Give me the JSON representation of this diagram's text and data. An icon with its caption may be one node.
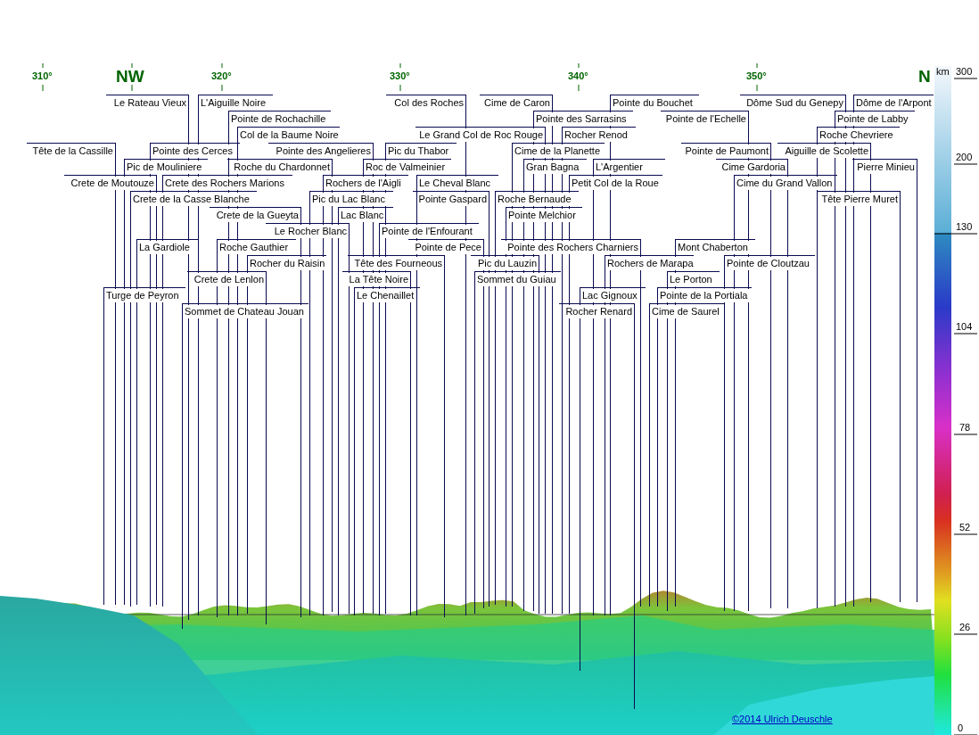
{
  "diagram": {
    "nodes": [
      {
        "text": [
          "Le Rateau Vieux"
        ]
      },
      {
        "text": [
          "L'Aiguille Noire"
        ]
      },
      {
        "text": [
          "Col des Roches"
        ]
      },
      {
        "text": [
          "Cime de Caron"
        ]
      },
      {
        "text": [
          "Pointe du Bouchet"
        ]
      },
      {
        "text": [
          "Dôme Sud du Genepy"
        ]
      },
      {
        "text": [
          "Dôme de l'Arpont"
        ]
      },
      {
        "text": [
          "Pointe de Rochachille"
        ]
      },
      {
        "text": [
          "Pointe des Sarrasins"
        ]
      },
      {
        "text": [
          "Pointe de l'Echelle"
        ]
      },
      {
        "text": [
          "Pointe de Labby"
        ]
      },
      {
        "text": [
          "Col de la Baume Noire"
        ]
      },
      {
        "text": [
          "Le Grand Col de Roc Rouge"
        ]
      },
      {
        "text": [
          "Rocher Renod"
        ]
      },
      {
        "text": [
          "Roche Chevriere"
        ]
      },
      {
        "text": [
          "Tête de la Cassille"
        ]
      },
      {
        "text": [
          "Pointe des Cerces"
        ]
      },
      {
        "text": [
          "Pointe des Angelieres"
        ]
      },
      {
        "text": [
          "Pic du Thabor"
        ]
      },
      {
        "text": [
          "Cime de la Planette"
        ]
      },
      {
        "text": [
          "Pointe de Paumont"
        ]
      },
      {
        "text": [
          "Aiguille de Scolette"
        ]
      },
      {
        "text": [
          "Pic de Mouliniere"
        ]
      },
      {
        "text": [
          "Roche du Chardonnet"
        ]
      },
      {
        "text": [
          "Roc de Valmeinier"
        ]
      },
      {
        "text": [
          "Gran Bagna"
        ]
      },
      {
        "text": [
          "L'Argentier"
        ]
      },
      {
        "text": [
          "Cime Gardoria"
        ]
      },
      {
        "text": [
          "Pierre Minieu"
        ]
      },
      {
        "text": [
          "Crete de Moutouze"
        ]
      },
      {
        "text": [
          "Crete des Rochers Marions"
        ]
      },
      {
        "text": [
          "Rochers de l'Aigli"
        ]
      },
      {
        "text": [
          "Le Cheval Blanc"
        ]
      },
      {
        "text": [
          "Petit Col de la Roue"
        ]
      },
      {
        "text": [
          "Cime du Grand Vallon"
        ]
      },
      {
        "text": [
          "Crete de la Casse Blanche"
        ]
      },
      {
        "text": [
          "Pic du Lac Blanc"
        ]
      },
      {
        "text": [
          "Pointe Gaspard"
        ]
      },
      {
        "text": [
          "Roche Bernaude"
        ]
      },
      {
        "text": [
          "Tête Pierre Muret"
        ]
      },
      {
        "text": [
          "Crete de la Gueyta"
        ]
      },
      {
        "text": [
          "Lac Blanc"
        ]
      },
      {
        "text": [
          "Pointe Melchior"
        ]
      },
      {
        "text": [
          "Le Rocher Blanc"
        ]
      },
      {
        "text": [
          "Pointe de l'Enfourant"
        ]
      },
      {
        "text": [
          "La Gardiole"
        ]
      },
      {
        "text": [
          "Roche Gauthier"
        ]
      },
      {
        "text": [
          "Pointe de Pece"
        ]
      },
      {
        "text": [
          "Pointe des Rochers Charniers"
        ]
      },
      {
        "text": [
          "Mont Chaberton"
        ]
      },
      {
        "text": [
          "Rocher du Raisin"
        ]
      },
      {
        "text": [
          "Tête des Fourneous"
        ]
      },
      {
        "text": [
          "Pic du Lauzin"
        ]
      },
      {
        "text": [
          "Rochers de Marapa"
        ]
      },
      {
        "text": [
          "Pointe de Cloutzau"
        ]
      },
      {
        "text": [
          "Crete de Lenlon"
        ]
      },
      {
        "text": [
          "La Tête Noire"
        ]
      },
      {
        "text": [
          "Sommet du Guiau"
        ]
      },
      {
        "text": [
          "Le Porton"
        ]
      },
      {
        "text": [
          "Turge de Peyron"
        ]
      },
      {
        "text": [
          "Le Chenaillet"
        ]
      },
      {
        "text": [
          "Lac Gignoux"
        ]
      },
      {
        "text": [
          "Pointe de la Portiala"
        ]
      },
      {
        "text": [
          "Sommet de Chateau Jouan"
        ]
      },
      {
        "text": [
          "Rocher Renard"
        ]
      },
      {
        "text": [
          "Cime de Saurel"
        ]
      }
    ],
    "edges": [
      {
        "from": 0,
        "to": null,
        "arrow": "none"
      },
      {
        "from": 1,
        "to": null,
        "arrow": "none"
      },
      {
        "from": 2,
        "to": null,
        "arrow": "none"
      },
      {
        "from": 3,
        "to": null,
        "arrow": "none"
      },
      {
        "from": 4,
        "to": null,
        "arrow": "none"
      },
      {
        "from": 5,
        "to": null,
        "arrow": "none"
      },
      {
        "from": 6,
        "to": null,
        "arrow": "none"
      },
      {
        "from": 7,
        "to": null,
        "arrow": "none"
      },
      {
        "from": 8,
        "to": null,
        "arrow": "none"
      },
      {
        "from": 9,
        "to": null,
        "arrow": "none"
      },
      {
        "from": 10,
        "to": null,
        "arrow": "none"
      },
      {
        "from": 11,
        "to": null,
        "arrow": "none"
      },
      {
        "from": 12,
        "to": null,
        "arrow": "none"
      },
      {
        "from": 13,
        "to": null,
        "arrow": "none"
      },
      {
        "from": 14,
        "to": null,
        "arrow": "none"
      },
      {
        "from": 15,
        "to": null,
        "arrow": "none"
      },
      {
        "from": 16,
        "to": null,
        "arrow": "none"
      },
      {
        "from": 17,
        "to": null,
        "arrow": "none"
      },
      {
        "from": 18,
        "to": null,
        "arrow": "none"
      },
      {
        "from": 19,
        "to": null,
        "arrow": "none"
      },
      {
        "from": 20,
        "to": null,
        "arrow": "none"
      },
      {
        "from": 21,
        "to": null,
        "arrow": "none"
      },
      {
        "from": 22,
        "to": null,
        "arrow": "none"
      },
      {
        "from": 23,
        "to": null,
        "arrow": "none"
      },
      {
        "from": 24,
        "to": null,
        "arrow": "none"
      },
      {
        "from": 25,
        "to": null,
        "arrow": "none"
      },
      {
        "from": 26,
        "to": null,
        "arrow": "none"
      },
      {
        "from": 27,
        "to": null,
        "arrow": "none"
      },
      {
        "from": 28,
        "to": null,
        "arrow": "none"
      },
      {
        "from": 29,
        "to": null,
        "arrow": "none"
      },
      {
        "from": 30,
        "to": null,
        "arrow": "none"
      },
      {
        "from": 31,
        "to": null,
        "arrow": "none"
      },
      {
        "from": 32,
        "to": null,
        "arrow": "none"
      },
      {
        "from": 33,
        "to": null,
        "arrow": "none"
      },
      {
        "from": 34,
        "to": null,
        "arrow": "none"
      },
      {
        "from": 35,
        "to": null,
        "arrow": "none"
      },
      {
        "from": 36,
        "to": null,
        "arrow": "none"
      },
      {
        "from": 37,
        "to": null,
        "arrow": "none"
      },
      {
        "from": 38,
        "to": null,
        "arrow": "none"
      },
      {
        "from": 39,
        "to": null,
        "arrow": "none"
      },
      {
        "from": 40,
        "to": null,
        "arrow": "none"
      },
      {
        "from": 41,
        "to": null,
        "arrow": "none"
      },
      {
        "from": 42,
        "to": null,
        "arrow": "none"
      },
      {
        "from": 43,
        "to": null,
        "arrow": "none"
      },
      {
        "from": 44,
        "to": null,
        "arrow": "none"
      },
      {
        "from": 45,
        "to": null,
        "arrow": "none"
      },
      {
        "from": 46,
        "to": null,
        "arrow": "none"
      },
      {
        "from": 47,
        "to": null,
        "arrow": "none"
      },
      {
        "from": 48,
        "to": null,
        "arrow": "none"
      },
      {
        "from": 49,
        "to": null,
        "arrow": "none"
      },
      {
        "from": 50,
        "to": null,
        "arrow": "none"
      },
      {
        "from": 51,
        "to": null,
        "arrow": "none"
      },
      {
        "from": 52,
        "to": null,
        "arrow": "none"
      },
      {
        "from": 53,
        "to": null,
        "arrow": "none"
      },
      {
        "from": 54,
        "to": null,
        "arrow": "none"
      },
      {
        "from": 55,
        "to": null,
        "arrow": "none"
      },
      {
        "from": 56,
        "to": null,
        "arrow": "none"
      },
      {
        "from": 57,
        "to": null,
        "arrow": "none"
      },
      {
        "from": 58,
        "to": null,
        "arrow": "none"
      },
      {
        "from": 59,
        "to": null,
        "arrow": "none"
      },
      {
        "from": 60,
        "to": null,
        "arrow": "none"
      },
      {
        "from": 61,
        "to": null,
        "arrow": "none"
      },
      {
        "from": 62,
        "to": null,
        "arrow": "none"
      },
      {
        "from": 63,
        "to": null,
        "arrow": "none"
      },
      {
        "from": 64,
        "to": null,
        "arrow": "none"
      },
      {
        "from": 65,
        "to": null,
        "arrow": "none"
      }
    ],
    "labels": [
      "310°",
      "NW",
      "320°",
      "330°",
      "340°",
      "350°",
      "N",
      "km",
      "300",
      "200",
      "130",
      "104",
      "78",
      "52",
      "26",
      "0",
      "©2014 Ulrich Deuschle"
    ]
  }
}
